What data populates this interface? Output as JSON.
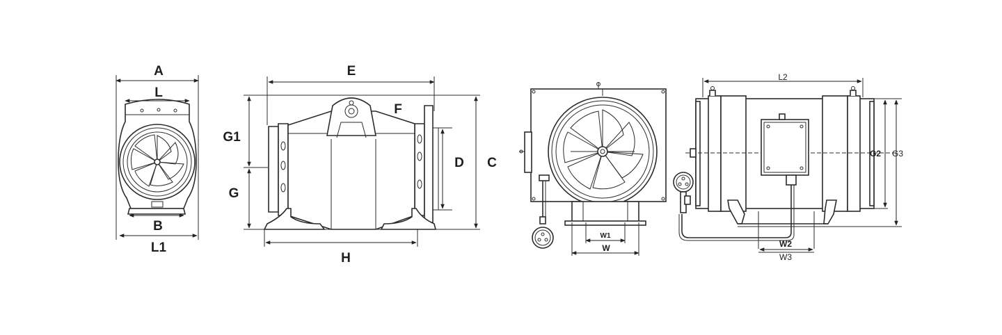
{
  "labels": {
    "A": "A",
    "L": "L",
    "B": "B",
    "L1": "L1",
    "E": "E",
    "F": "F",
    "G1": "G1",
    "G": "G",
    "D": "D",
    "C": "C",
    "H": "H",
    "W1": "W1",
    "W": "W",
    "L2": "L2",
    "G2": "G2",
    "G3": "G3",
    "W2": "W2",
    "W3": "W3"
  },
  "colors": {
    "line": "#2b2b2b",
    "background": "#ffffff"
  },
  "icons": [
    "fan-impeller-icon",
    "terminal-plug-icon"
  ]
}
